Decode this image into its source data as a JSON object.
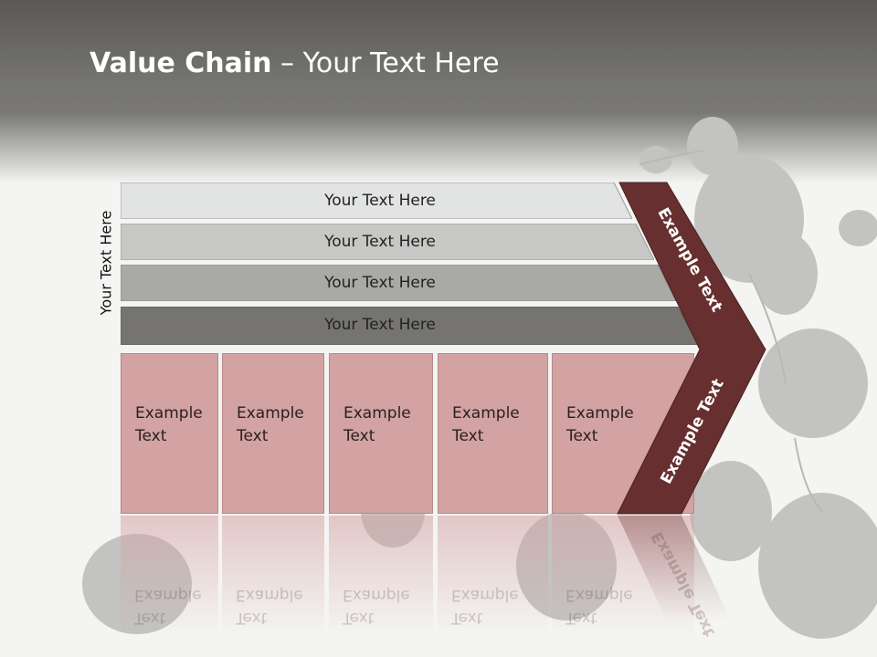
{
  "title": {
    "bold": "Value Chain",
    "rest": " – Your Text Here"
  },
  "side_label": "Your Text Here",
  "rows": [
    {
      "label": "Your Text Here",
      "color": "#e2e3e3"
    },
    {
      "label": "Your Text Here",
      "color": "#c7c7c5"
    },
    {
      "label": "Your Text Here",
      "color": "#a9a9a6"
    },
    {
      "label": "Your Text Here",
      "color": "#757470"
    }
  ],
  "boxes": [
    {
      "line1": "Example",
      "line2": "Text"
    },
    {
      "line1": "Example",
      "line2": "Text"
    },
    {
      "line1": "Example",
      "line2": "Text"
    },
    {
      "line1": "Example",
      "line2": "Text"
    },
    {
      "line1": "Example",
      "line2": "Text"
    }
  ],
  "chevron": {
    "upper_text": "Example Text",
    "lower_text": "Example Text",
    "color": "#672f2f"
  },
  "colors": {
    "box_fill": "#d3a2a2",
    "header_band": "#757470"
  }
}
